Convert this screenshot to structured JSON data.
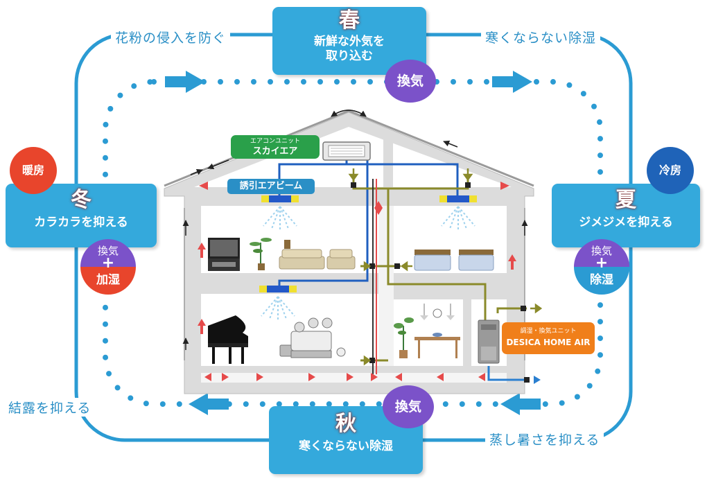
{
  "seasons": {
    "spring": {
      "kanji": "春",
      "line1": "新鮮な外気を",
      "line2": "取り込む"
    },
    "summer": {
      "kanji": "夏",
      "line1": "ジメジメを抑える"
    },
    "autumn": {
      "kanji": "秋",
      "line1": "寒くならない除湿"
    },
    "winter": {
      "kanji": "冬",
      "line1": "カラカラを抑える"
    }
  },
  "captions": {
    "top_left": "花粉の侵入を防ぐ",
    "top_right": "寒くならない除湿",
    "bottom_left": "結露を抑える",
    "bottom_right": "蒸し暑さを抑える"
  },
  "badges": {
    "ventilation_top": "換気",
    "ventilation_bottom": "換気",
    "heating": "暖房",
    "cooling": "冷房"
  },
  "combos": {
    "winter": {
      "top": "換気",
      "plus": "+",
      "bottom": "加湿"
    },
    "summer": {
      "top": "換気",
      "plus": "+",
      "bottom": "除湿"
    }
  },
  "units": {
    "aircon_small": "エアコンユニット",
    "aircon_name": "スカイエア",
    "beam_name": "誘引エアビーム",
    "desica_small": "調湿・換気ユニット",
    "desica_name": "DESICA HOME AIR"
  },
  "colors": {
    "season_box": "#34a9dc",
    "ventilation_purple": "#7b52c9",
    "heating_red": "#e8452c",
    "cooling_blue": "#1f63b8",
    "aircon_green": "#2aa04a",
    "beam_blue": "#2a8fc6",
    "desica_orange": "#f07f1a",
    "dotted_blue": "#2b9bd3"
  }
}
